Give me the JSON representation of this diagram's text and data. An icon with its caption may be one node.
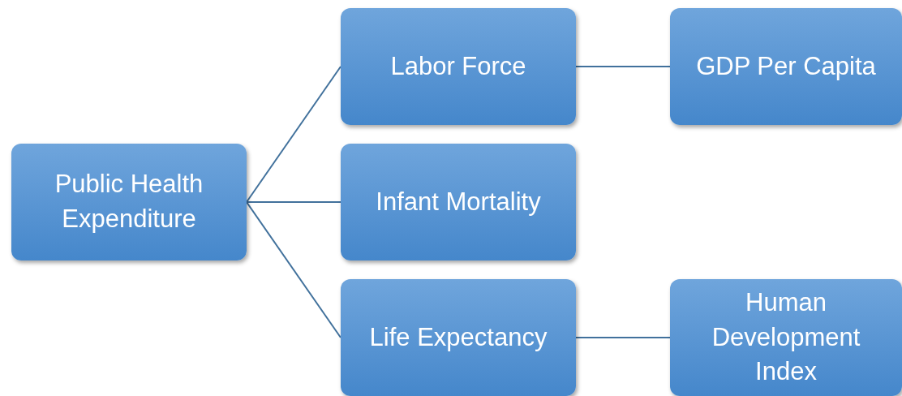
{
  "diagram": {
    "nodes": [
      {
        "text": [
          "Public Health Expenditure"
        ]
      },
      {
        "text": [
          "Labor Force"
        ]
      },
      {
        "text": [
          "Infant Mortality"
        ]
      },
      {
        "text": [
          "Life Expectancy"
        ]
      },
      {
        "text": [
          "GDP Per Capita"
        ]
      },
      {
        "text": [
          "Human Development Index"
        ]
      }
    ],
    "edges": [
      {
        "from": 0,
        "to": 1,
        "arrow": "none"
      },
      {
        "from": 0,
        "to": 2,
        "arrow": "none"
      },
      {
        "from": 0,
        "to": 3,
        "arrow": "none"
      },
      {
        "from": 1,
        "to": 4,
        "arrow": "none"
      },
      {
        "from": 3,
        "to": 5,
        "arrow": "none"
      }
    ]
  }
}
